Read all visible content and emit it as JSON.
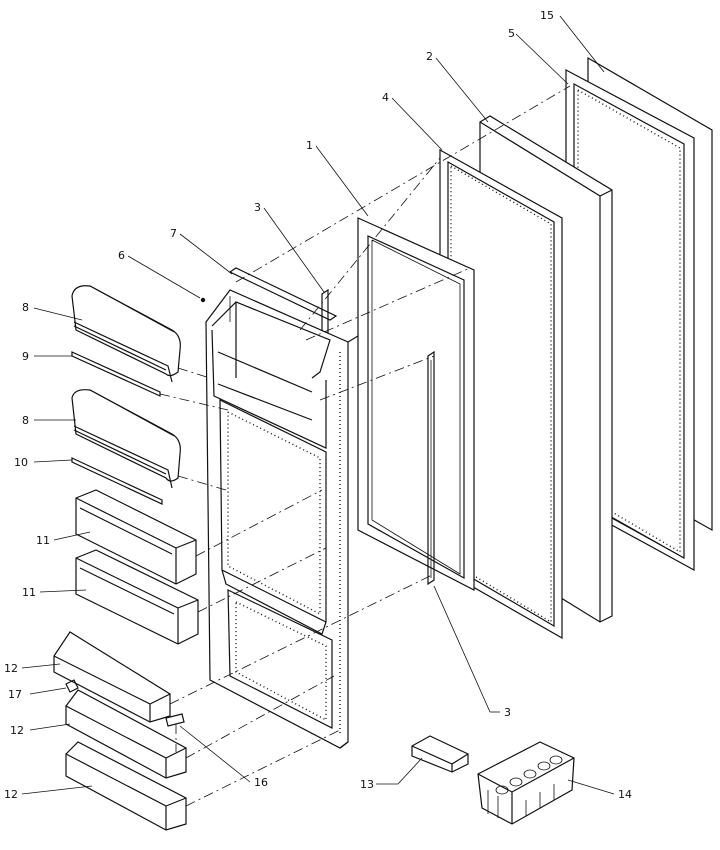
{
  "callouts": [
    {
      "id": "c15",
      "text": "15"
    },
    {
      "id": "c5",
      "text": "5"
    },
    {
      "id": "c2",
      "text": "2"
    },
    {
      "id": "c4",
      "text": "4"
    },
    {
      "id": "c1",
      "text": "1"
    },
    {
      "id": "c3a",
      "text": "3"
    },
    {
      "id": "c7",
      "text": "7"
    },
    {
      "id": "c6",
      "text": "6"
    },
    {
      "id": "c8a",
      "text": "8"
    },
    {
      "id": "c9",
      "text": "9"
    },
    {
      "id": "c8b",
      "text": "8"
    },
    {
      "id": "c10",
      "text": "10"
    },
    {
      "id": "c11a",
      "text": "11"
    },
    {
      "id": "c11b",
      "text": "11"
    },
    {
      "id": "c12a",
      "text": "12"
    },
    {
      "id": "c17",
      "text": "17"
    },
    {
      "id": "c12b",
      "text": "12"
    },
    {
      "id": "c12c",
      "text": "12"
    },
    {
      "id": "c16",
      "text": "16"
    },
    {
      "id": "c13",
      "text": "13"
    },
    {
      "id": "c14",
      "text": "14"
    },
    {
      "id": "c3b",
      "text": "3"
    }
  ]
}
